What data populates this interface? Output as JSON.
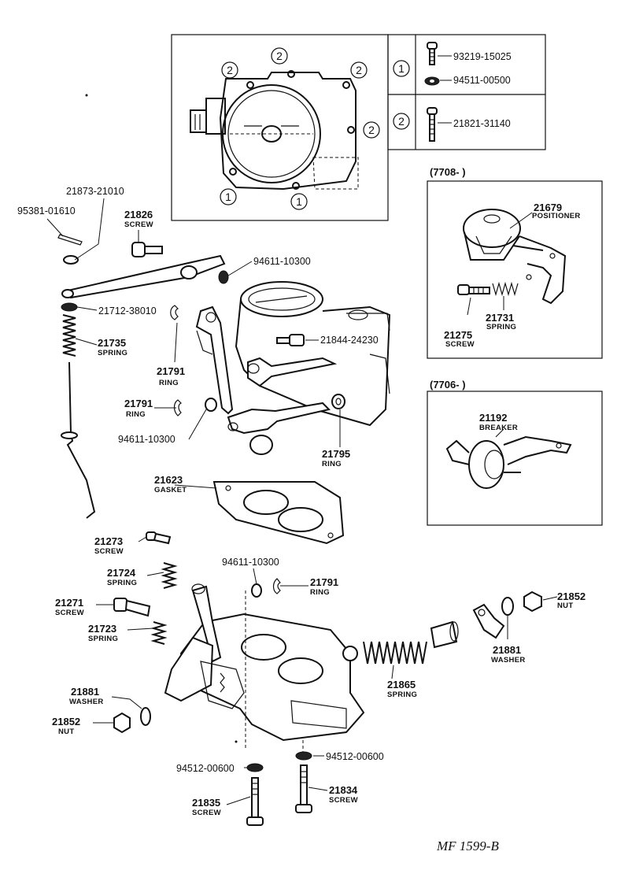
{
  "callouts": {
    "c1": {
      "num": "93219-15025",
      "sub": ""
    },
    "c2": {
      "num": "94511-00500",
      "sub": ""
    },
    "c3": {
      "num": "21821-31140",
      "sub": ""
    },
    "c4": {
      "num": "21873-21010",
      "sub": ""
    },
    "c5": {
      "num": "95381-01610",
      "sub": ""
    },
    "c6": {
      "num": "21826",
      "sub": "SCREW"
    },
    "c7": {
      "num": "94611-10300",
      "sub": ""
    },
    "c8": {
      "num": "21712-38010",
      "sub": ""
    },
    "c9": {
      "num": "21735",
      "sub": "SPRING"
    },
    "c10": {
      "num": "21844-24230",
      "sub": ""
    },
    "c11": {
      "num": "21791",
      "sub": "RING"
    },
    "c12": {
      "num": "21791",
      "sub": "RING"
    },
    "c13": {
      "num": "94611-10300",
      "sub": ""
    },
    "c14": {
      "num": "21795",
      "sub": "RING"
    },
    "c15": {
      "num": "21623",
      "sub": "GASKET"
    },
    "c16": {
      "num": "21679",
      "sub": "POSITIONER"
    },
    "c17": {
      "num": "21731",
      "sub": "SPRING"
    },
    "c18": {
      "num": "21275",
      "sub": "SCREW"
    },
    "c19": {
      "num": "21192",
      "sub": "BREAKER"
    },
    "c20": {
      "num": "21273",
      "sub": "SCREW"
    },
    "c21": {
      "num": "21724",
      "sub": "SPRING"
    },
    "c22": {
      "num": "94611-10300",
      "sub": ""
    },
    "c23": {
      "num": "21791",
      "sub": "RING"
    },
    "c24": {
      "num": "21852",
      "sub": "NUT"
    },
    "c25": {
      "num": "21271",
      "sub": "SCREW"
    },
    "c26": {
      "num": "21723",
      "sub": "SPRING"
    },
    "c27": {
      "num": "21881",
      "sub": "WASHER"
    },
    "c28": {
      "num": "21865",
      "sub": "SPRING"
    },
    "c29": {
      "num": "21881",
      "sub": "WASHER"
    },
    "c30": {
      "num": "21852",
      "sub": "NUT"
    },
    "c31": {
      "num": "94512-00600",
      "sub": ""
    },
    "c32": {
      "num": "94512-00600",
      "sub": ""
    },
    "c33": {
      "num": "21834",
      "sub": "SCREW"
    },
    "c34": {
      "num": "21835",
      "sub": "SCREW"
    }
  },
  "markers": {
    "one": "1",
    "two": "2"
  },
  "inset_positioner": {
    "header": "(7708-        )"
  },
  "inset_breaker": {
    "header": "(7706-        )"
  },
  "drawing_code": "MF 1599-B"
}
